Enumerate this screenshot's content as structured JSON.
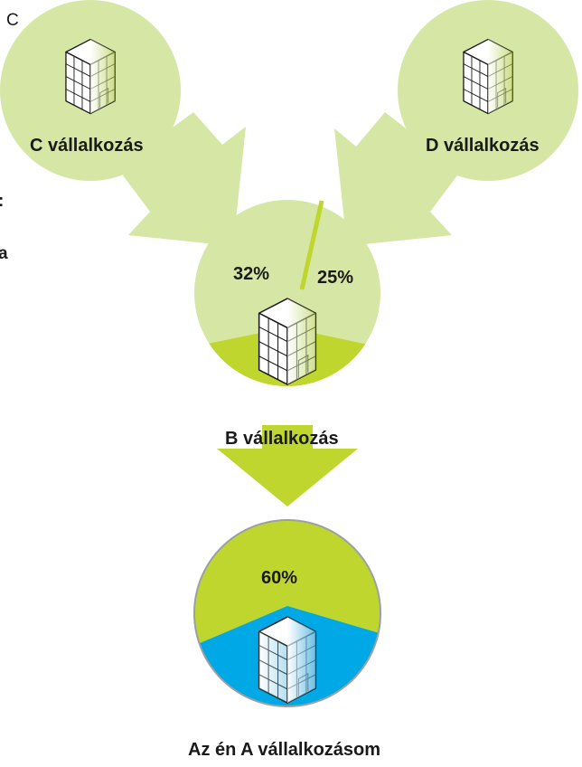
{
  "corner_letter": "C",
  "edge_fragments": [
    ":",
    "a"
  ],
  "nodes": {
    "c": {
      "label": "C vállalkozás"
    },
    "d": {
      "label": "D vállalkozás"
    },
    "b": {
      "label": "B vállalkozás",
      "share_c": "32%",
      "share_d": "25%"
    },
    "a": {
      "label": "Az én A vállalkozásom",
      "share_b": "60%"
    }
  },
  "colors": {
    "light_green": "#d6e6a4",
    "mid_green": "#bfd62f",
    "blue": "#00a8e6",
    "white": "#ffffff"
  },
  "icons": [
    "building-icon"
  ]
}
